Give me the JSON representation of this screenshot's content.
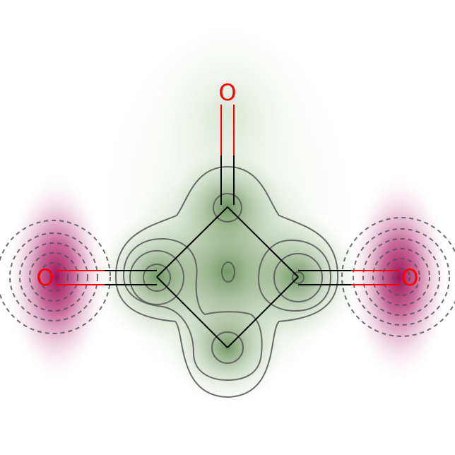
{
  "molecule": {
    "atoms": [
      {
        "id": "O1",
        "symbol": "O",
        "color": "#ff0000"
      },
      {
        "id": "O2",
        "symbol": "O",
        "color": "#ff0000"
      },
      {
        "id": "O3",
        "symbol": "O",
        "color": "#ff0000"
      }
    ],
    "bond_color": "#000000",
    "heteroatom_bond_color": "#ff0000"
  },
  "map": {
    "positive_color": "#4a7a3c",
    "negative_color": "#a0125a",
    "contour_color": "#555555"
  }
}
